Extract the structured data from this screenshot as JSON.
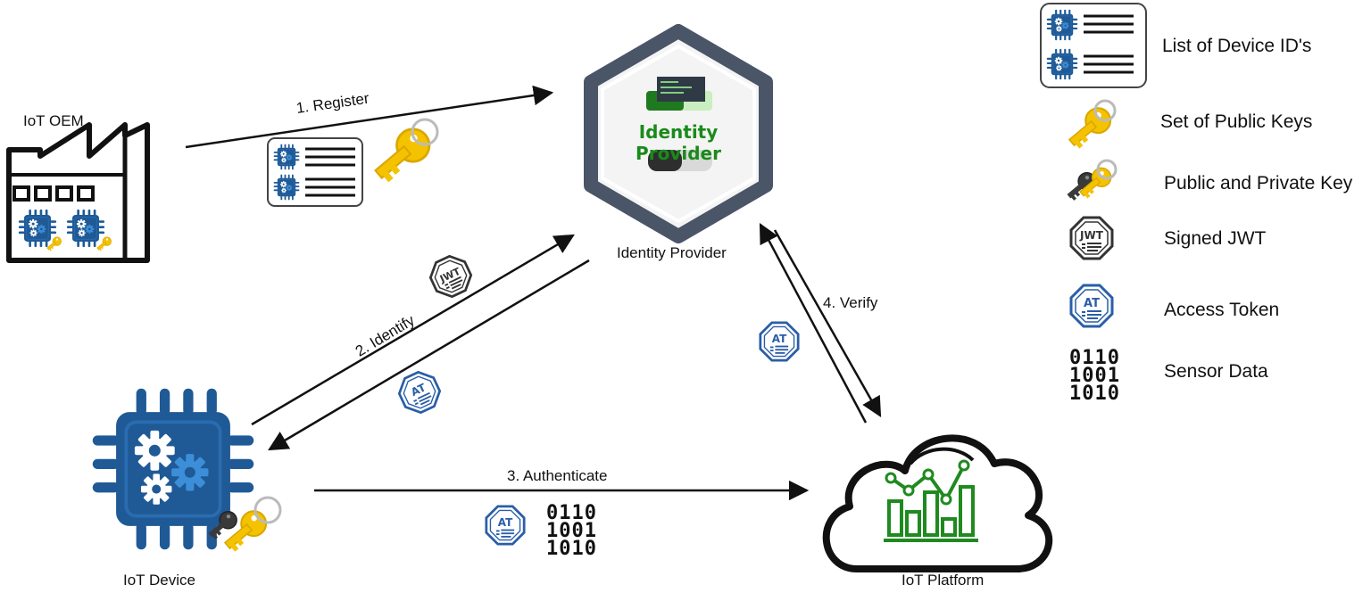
{
  "nodes": {
    "oem": {
      "label": "IoT OEM"
    },
    "idp": {
      "label": "Identity Provider",
      "badge": "Identity Provider"
    },
    "device": {
      "label": "IoT Device"
    },
    "platform": {
      "label": "IoT Platform"
    }
  },
  "edges": {
    "register": "1. Register",
    "identify": "2. Identify",
    "authenticate": "3. Authenticate",
    "verify": "4. Verify"
  },
  "tokens": {
    "jwt": "JWT",
    "at": "AT"
  },
  "sensor_bits": [
    "0110",
    "1001",
    "1010"
  ],
  "legend": [
    {
      "icon": "device-id-list-icon",
      "label": "List of Device ID's"
    },
    {
      "icon": "public-keys-icon",
      "label": "Set of Public Keys"
    },
    {
      "icon": "key-pair-icon",
      "label": "Public and Private Key"
    },
    {
      "icon": "jwt-icon",
      "label": "Signed JWT"
    },
    {
      "icon": "access-token-icon",
      "label": "Access Token"
    },
    {
      "icon": "sensor-data-icon",
      "label": "Sensor Data"
    }
  ],
  "colors": {
    "chip_blue": "#1f5a96",
    "chip_blue_light": "#3d8ed8",
    "key_yellow": "#f5c200",
    "key_dark": "#333333",
    "idp_green": "#1a8a1a",
    "hex_border": "#4a5568",
    "chart_green": "#1f8a1f"
  }
}
